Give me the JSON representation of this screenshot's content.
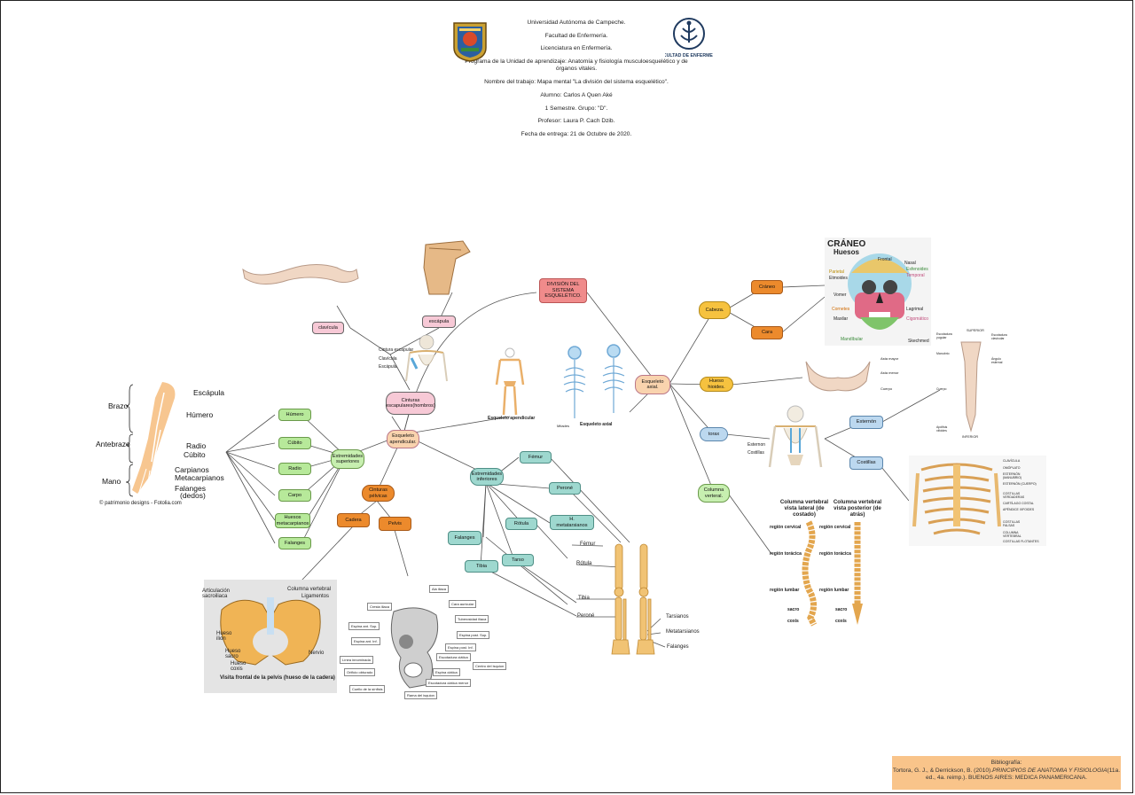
{
  "header": {
    "university": "Universidad Autónoma de Campeche.",
    "faculty": "Facultad de Enfermería.",
    "degree": "Licenciatura en Enfermería.",
    "program": "Programa de la Unidad de aprendizaje: Anatomía y fisiología musculoesquelético y de órganos vitales.",
    "work_name": "Nombre del trabajo: Mapa mental  \"La división del sistema esquelético\".",
    "student": "Alumno: Carlos A Quen Aké",
    "semester": "1 Semestre.    Grupo: \"D\".",
    "professor": "Profesor: Laura P. Cach Dzib.",
    "date": "Fecha de entrega: 21 de Octubre de 2020.",
    "logo_right_text": "FACULTAD DE ENFERMERÍA"
  },
  "nodes": {
    "root": "DIVISIÓN DEL SISTEMA ESQUELÉTICO.",
    "axial": "Esqueleto axial.",
    "apendicular": "Esqueleto apendicular.",
    "cinturas_escapulares": "Cinturas escapulares(hombros)",
    "clavicula": "clavícula",
    "escapula": "escápula",
    "ext_superiores": "Extremidades superiores",
    "humero": "Húmero",
    "cubito": "Cúbito",
    "radio": "Radio",
    "carpo": "Carpo",
    "metacarpianos": "Huesos metacarpianos",
    "falanges_sup": "Falanges",
    "cinturas_pelvicas": "Cinturas pélvicas",
    "cadera": "Cadera",
    "pelvis": "Pelvis",
    "ext_inferiores": "Extremidades inferiores",
    "femur": "Fémur",
    "perone": "Peroné",
    "rotula": "Rótula",
    "metatarsianos": "H. metatarsianos",
    "falanges_inf": "Falanges",
    "tarso": "Tarso",
    "tibia": "Tibia",
    "cabeza": "Cabeza.",
    "craneo": "Cráneo",
    "cara": "Cara",
    "hueso_hioides": "Hueso hioides.",
    "torax": "torax",
    "esternon": "Esternón",
    "costillas": "Costillas",
    "columna": "Columna verteral."
  },
  "figures": {
    "skeleton_labels": [
      "Cintura escapular",
      "Clavícula",
      "Escápula"
    ],
    "apendicular_caption": "Esqueleto apendicular",
    "axial_caption": "Esqueleto axial",
    "axial_left_caption": "Mitades",
    "arm_labels": [
      "Escápula",
      "Húmero",
      "Radio",
      "Cúbito",
      "Carpianos",
      "Metacarpianos",
      "Falanges",
      "(dedos)"
    ],
    "arm_groups": [
      "Brazo",
      "Antebrazo",
      "Mano"
    ],
    "arm_credit": "© patrimonio designs - Fotolia.com",
    "pelvis_labels": [
      "Articulación sacroiliaca",
      "Columna vertebral",
      "Ligamentos",
      "Hueso ilion",
      "Hueso sacro",
      "Hueso coxis",
      "Nervio"
    ],
    "pelvis_caption": "Visita frontal de la pelvis (hueso de la cadera)",
    "hip_labels": [
      "Ala iliaca",
      "Cresta iliaca",
      "Cara auricular",
      "Espina ant. Sup.",
      "Tuberosidad iliaca",
      "Espina ant. Inf.",
      "Espina post. Sup.",
      "Espina post. Inf.",
      "Línea innominada",
      "Escotadura ciática",
      "Orificio obturado",
      "Centro del isquion",
      "Espina ciática",
      "Escotadura ciática menor",
      "Cuello de la sínfisis",
      "Rama del isquion"
    ],
    "leg_labels": [
      "Fémur",
      "Rótula",
      "Tibia",
      "Peroné",
      "Tarsianos",
      "Metatarsianos",
      "Falanges"
    ],
    "skull_title": "CRÁNEO",
    "skull_subtitle": "Huesos",
    "skull_labels": [
      "Frontal",
      "Parietal",
      "Nasal",
      "Etmoides",
      "Esfenoides",
      "Temporal",
      "Vomer",
      "Cornetes",
      "Lagrimal",
      "Maxilar",
      "Cigomático",
      "Mandíbular"
    ],
    "skull_credit": "Skechmed",
    "hyoid_labels": [
      "Asta mayor",
      "Asta menor",
      "Cuerpo"
    ],
    "sternum_labels": [
      "SUPERIOR",
      "Escotadura yugular",
      "Escotadura clavicular",
      "Manubrio",
      "Ángulo esternal",
      "Cuerpo",
      "Apófisis xifoides",
      "INFERIOR"
    ],
    "torax_fig_labels": [
      "Esternon",
      "Costillas"
    ],
    "ribs_labels": [
      "CLAVÍCULA",
      "OMÓPLATO",
      "ESTERNÓN (MANUBRIO)",
      "ESTERNÓN (CUERPO)",
      "COSTILLAS VERDADERAS",
      "CARTÍLAGO COSTAL",
      "APÉNDICE XIFOIDES",
      "COSTILLAS FALSAS",
      "COLUMNA VERTEBRAL",
      "COSTILLAS FLOTANTES"
    ],
    "spine_lateral_title": "Columna vertebral vista lateral (de costado)",
    "spine_posterior_title": "Columna vertebral vista posterior (de atrás)",
    "spine_regions": [
      "región cervical",
      "región torácica",
      "región lumbar",
      "sacro",
      "coxis"
    ]
  },
  "bibliography": {
    "title": "Bibliografía:",
    "line1": "Tortora, G. J., & Derrickson, B. (2010).",
    "italic": "PRINCIPIOS DE ANATOMIA Y FISIOLOGIA",
    "line1_end": "(11a.",
    "line2": "ed., 4a. reimp.). BUENOS AIRES: MEDICA PANAMERICANA."
  },
  "colors": {
    "pink": "#f7c9d6",
    "red": "#f08b8b",
    "peach": "#f9d3ae",
    "orange": "#ec8a2c",
    "yellow": "#f6c23f",
    "green": "#b7e99a",
    "teal": "#9ed8cf",
    "blue": "#bcd8ef",
    "bone": "#f0c27a"
  }
}
